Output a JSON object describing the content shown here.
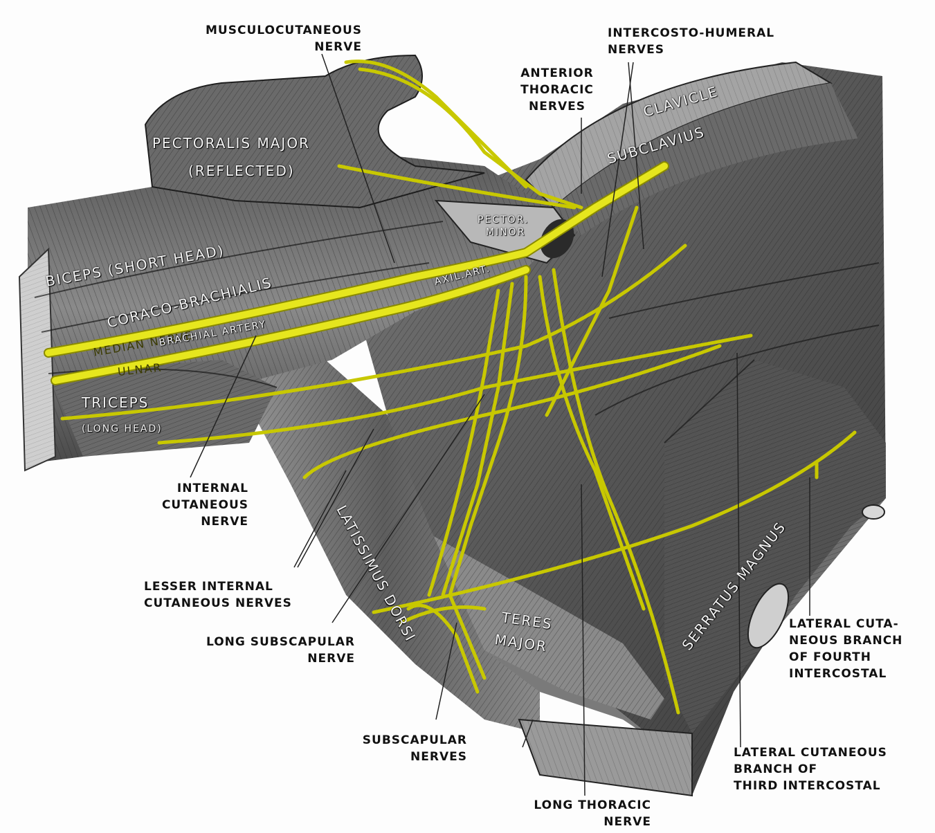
{
  "labels": {
    "musculocutaneous": [
      "MUSCULOCUTANEOUS",
      "NERVE"
    ],
    "intercosto_humeral": [
      "INTERCOSTO-HUMERAL",
      "NERVES"
    ],
    "anterior_thoracic": [
      "ANTERIOR",
      "THORACIC",
      "NERVES"
    ],
    "internal_cutaneous": [
      "INTERNAL",
      "CUTANEOUS",
      "NERVE"
    ],
    "lesser_internal_cutaneous": [
      "LESSER INTERNAL",
      "CUTANEOUS NERVES"
    ],
    "long_subscapular": [
      "LONG SUBSCAPULAR",
      "NERVE"
    ],
    "subscapular": [
      "SUBSCAPULAR",
      "NERVES"
    ],
    "long_thoracic": [
      "LONG THORACIC",
      "NERVE"
    ],
    "lateral_cutaneous_fourth": [
      "LATERAL CUTA-",
      "NEOUS BRANCH",
      "OF FOURTH",
      "INTERCOSTAL"
    ],
    "lateral_cutaneous_third": [
      "LATERAL CUTANEOUS",
      "BRANCH OF",
      "THIRD INTERCOSTAL"
    ]
  },
  "structures": {
    "pectoralis_major": "PECTORALIS MAJOR",
    "reflected": "(REFLECTED)",
    "clavicle": "CLAVICLE",
    "subclavius": "SUBCLAVIUS",
    "pector_minor": [
      "PECTOR.",
      "MINOR"
    ],
    "biceps": "BICEPS (SHORT HEAD)",
    "coraco_brachialis": "CORACO-BRACHIALIS",
    "axil_art": "AXIL.ART.",
    "median_nerve": "MEDIAN NERVE",
    "brachial_artery": "BRACHIAL ARTERY",
    "ulnar": "ULNAR",
    "triceps": "TRICEPS",
    "long_head": "(LONG HEAD)",
    "latissimus_dorsi": "LATISSIMUS DORSI",
    "teres_major": [
      "TERES",
      "MAJOR"
    ],
    "serratus_magnus": "SERRATUS MAGNUS"
  },
  "colors": {
    "nerve": "#e6e61e",
    "nerve_edge": "#8a8a00",
    "muscle_dark": "#3c3c3c",
    "muscle_mid": "#6e6e6e",
    "muscle_light": "#a8a8a8",
    "leader": "#222222"
  }
}
